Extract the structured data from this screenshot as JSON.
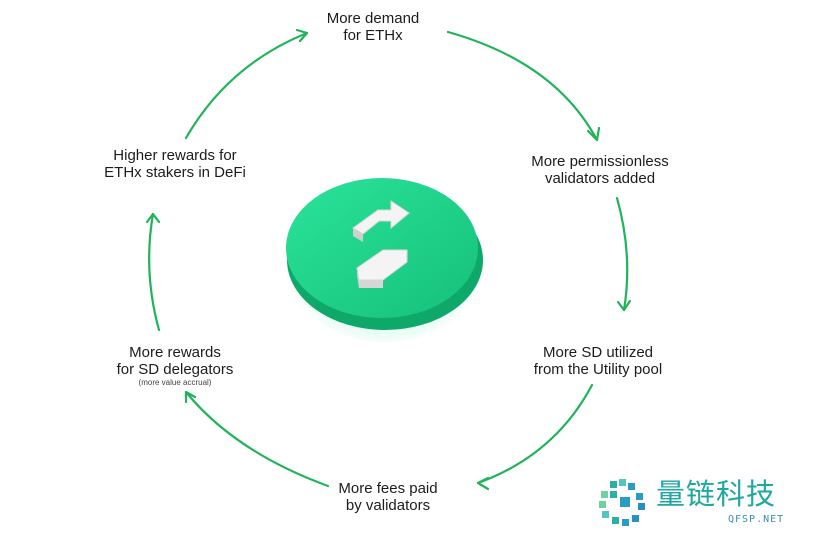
{
  "cycle": {
    "nodes": [
      {
        "id": "demand",
        "lines": [
          "More demand",
          "for ETHx"
        ]
      },
      {
        "id": "validators-added",
        "lines": [
          "More permissionless",
          "validators added"
        ]
      },
      {
        "id": "sd-utilized",
        "lines": [
          "More SD utilized",
          "from the Utility pool"
        ]
      },
      {
        "id": "fees-paid",
        "lines": [
          "More fees paid",
          "by validators"
        ]
      },
      {
        "id": "sd-rewards",
        "lines": [
          "More rewards",
          "for SD delegators"
        ],
        "note": "(more value accrual)"
      },
      {
        "id": "higher-rewards",
        "lines": [
          "Higher rewards for",
          "ETHx stakers in DeFi"
        ]
      }
    ],
    "arrow_color": "#1fb35a",
    "coin_color": "#21d28c",
    "coin_icon": "stader-logo-icon"
  },
  "watermark": {
    "title": "量链科技",
    "subtitle": "QFSP.NET",
    "color": "#1fa7a3",
    "icon": "qfsp-logo-icon"
  }
}
